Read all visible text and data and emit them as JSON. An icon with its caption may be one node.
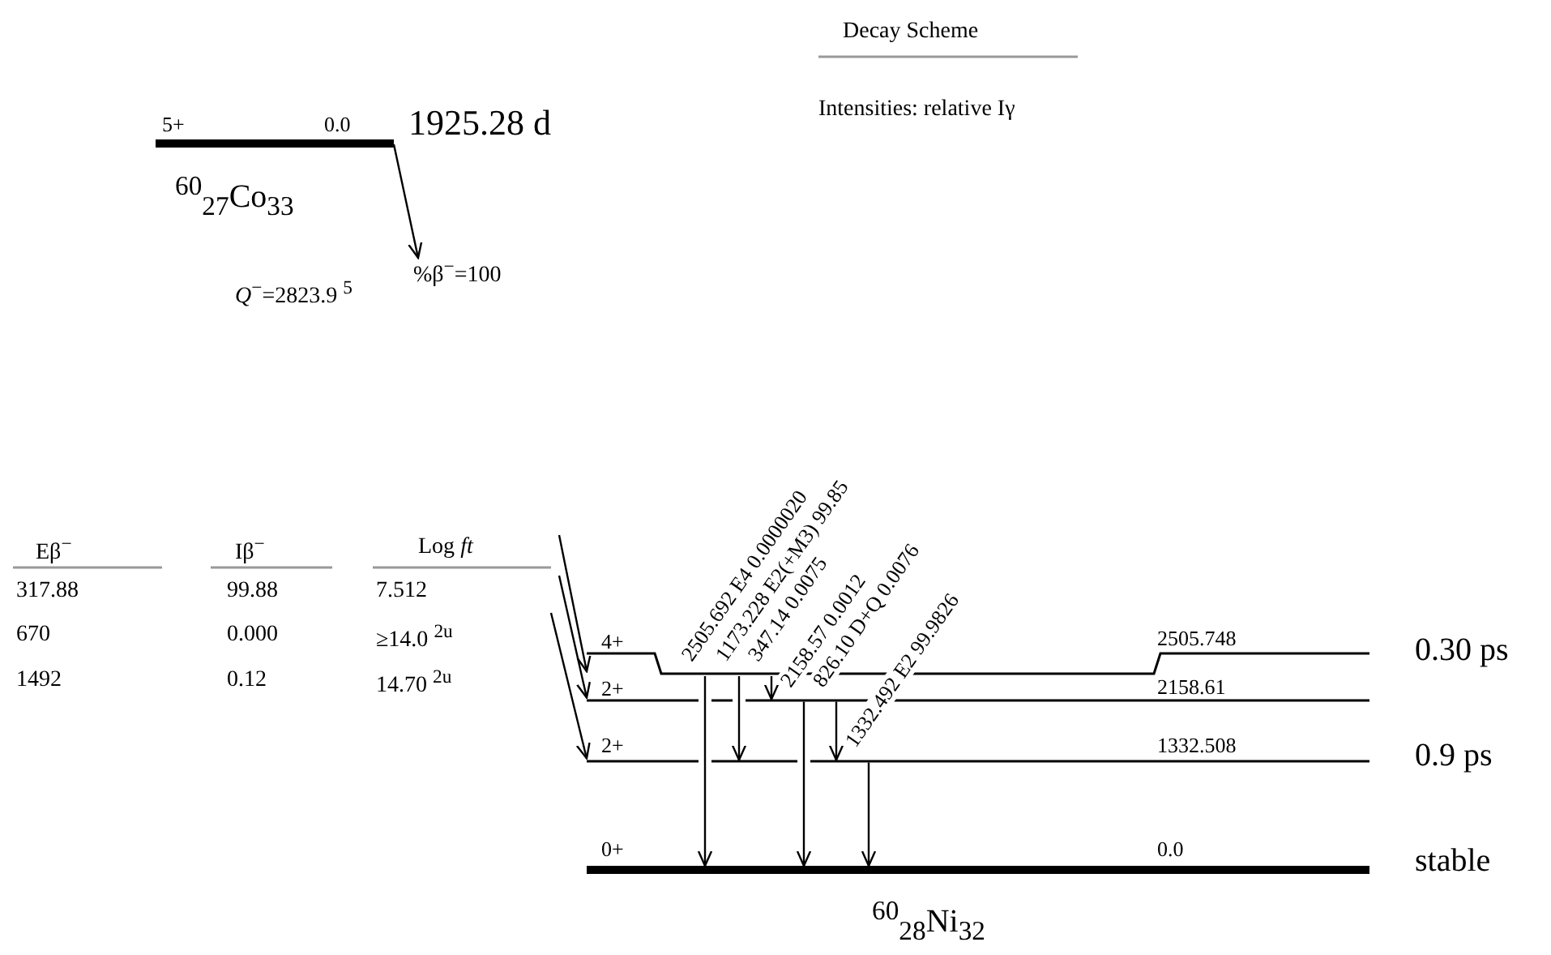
{
  "diagram": {
    "title": "Decay Scheme",
    "nodes": [
      {
        "text": [
          "5+",
          "0.0"
        ],
        "beside": [
          "1925.28 d"
        ]
      },
      {
        "text": [
          "%β$^{−}$=100"
        ]
      },
      {
        "text": [
          "4+",
          "2505.748"
        ],
        "beside": [
          "0.30 ps"
        ]
      },
      {
        "text": [
          "2+",
          "2158.61"
        ]
      },
      {
        "text": [
          "2+",
          "1332.508"
        ],
        "beside": [
          "0.9 ps"
        ]
      },
      {
        "text": [
          "0+",
          "0.0"
        ],
        "beside": [
          "stable"
        ]
      }
    ],
    "edges": [
      {
        "from": 0,
        "to": 1,
        "arrow": "to"
      },
      {
        "from": null,
        "to": 2,
        "arrow": "to"
      },
      {
        "from": null,
        "to": 3,
        "arrow": "to"
      },
      {
        "from": null,
        "to": 4,
        "arrow": "to"
      },
      {
        "from": 2,
        "to": 5,
        "arrow": "to",
        "label": "2505.692 E4 0.0000020"
      },
      {
        "from": 2,
        "to": 4,
        "arrow": "to",
        "label": "1173.228 E2(+M3) 99.85"
      },
      {
        "from": 2,
        "to": 3,
        "arrow": "to",
        "label": "347.14 0.0075"
      },
      {
        "from": 3,
        "to": 5,
        "arrow": "to",
        "label": "2158.57 0.0012"
      },
      {
        "from": 3,
        "to": 4,
        "arrow": "to",
        "label": "826.10 D+Q 0.0076"
      },
      {
        "from": 4,
        "to": 5,
        "arrow": "to",
        "label": "1332.492 E2 99.9826"
      }
    ],
    "labels": [
      "Intensities: relative Iγ",
      "$^{60}$$_{27}$Co$_{33}$",
      "*Q*$^{−}$=2823.9 $^{5}$",
      "Eβ$^{−}$",
      "Iβ$^{−}$",
      "Log *ft*",
      "317.88",
      "99.88",
      "7.512",
      "670",
      "0.000",
      "≥14.0 $^{2u}$",
      "1492",
      "0.12",
      "14.70 $^{2u}$",
      "$^{60}$$_{28}$Ni$_{32}$"
    ]
  }
}
